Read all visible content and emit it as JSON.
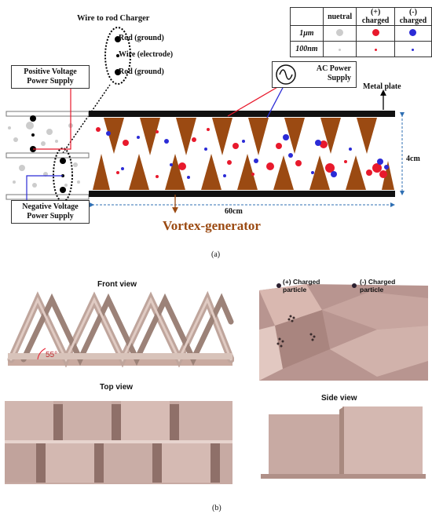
{
  "charger": {
    "title": "Wire to rod Charger",
    "rod_top": "Rod (ground)",
    "wire": "Wire (electrode)",
    "rod_bottom": "Rod (ground)"
  },
  "legend": {
    "headers": [
      "",
      "nuetral",
      "(+) charged",
      "(-) charged"
    ],
    "rows": [
      {
        "size": "1μm"
      },
      {
        "size": "100nm"
      }
    ],
    "colors": {
      "neutral": "#cccccc",
      "positive": "#e8192c",
      "negative": "#2b2bd6"
    }
  },
  "power": {
    "positive": "Positive Voltage Power Supply",
    "negative": "Negative Voltage Power Supply",
    "ac": "AC Power Supply"
  },
  "labels": {
    "metal_plate": "Metal plate",
    "height": "4cm",
    "length": "60cm",
    "vortex": "Vortex-generator",
    "vortex_color": "#9b4a12"
  },
  "captions": {
    "a": "(a)",
    "b": "(b)"
  },
  "views": {
    "front": "Front view",
    "top": "Top view",
    "side": "Side view",
    "angle": "55°",
    "positive_particle": "(+) Charged particle",
    "negative_particle": "(-) Charged particle"
  }
}
